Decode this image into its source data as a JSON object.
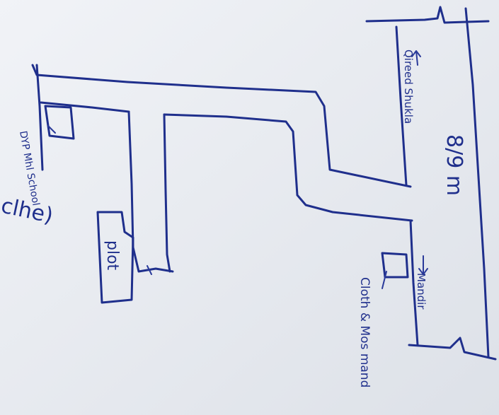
{
  "sketch": {
    "labels": {
      "main_road": "8/9 m",
      "top_road_sign": "Qireed Shukla",
      "bottom_road_sign": "Mandir",
      "school": "DYP Mhl School",
      "landmark": "Cloth & Mos mand",
      "plot": "plot",
      "margin_scribble": "clhe)"
    },
    "ink_color": "#1f2f8c",
    "paper_color": "#e9ecf1"
  }
}
